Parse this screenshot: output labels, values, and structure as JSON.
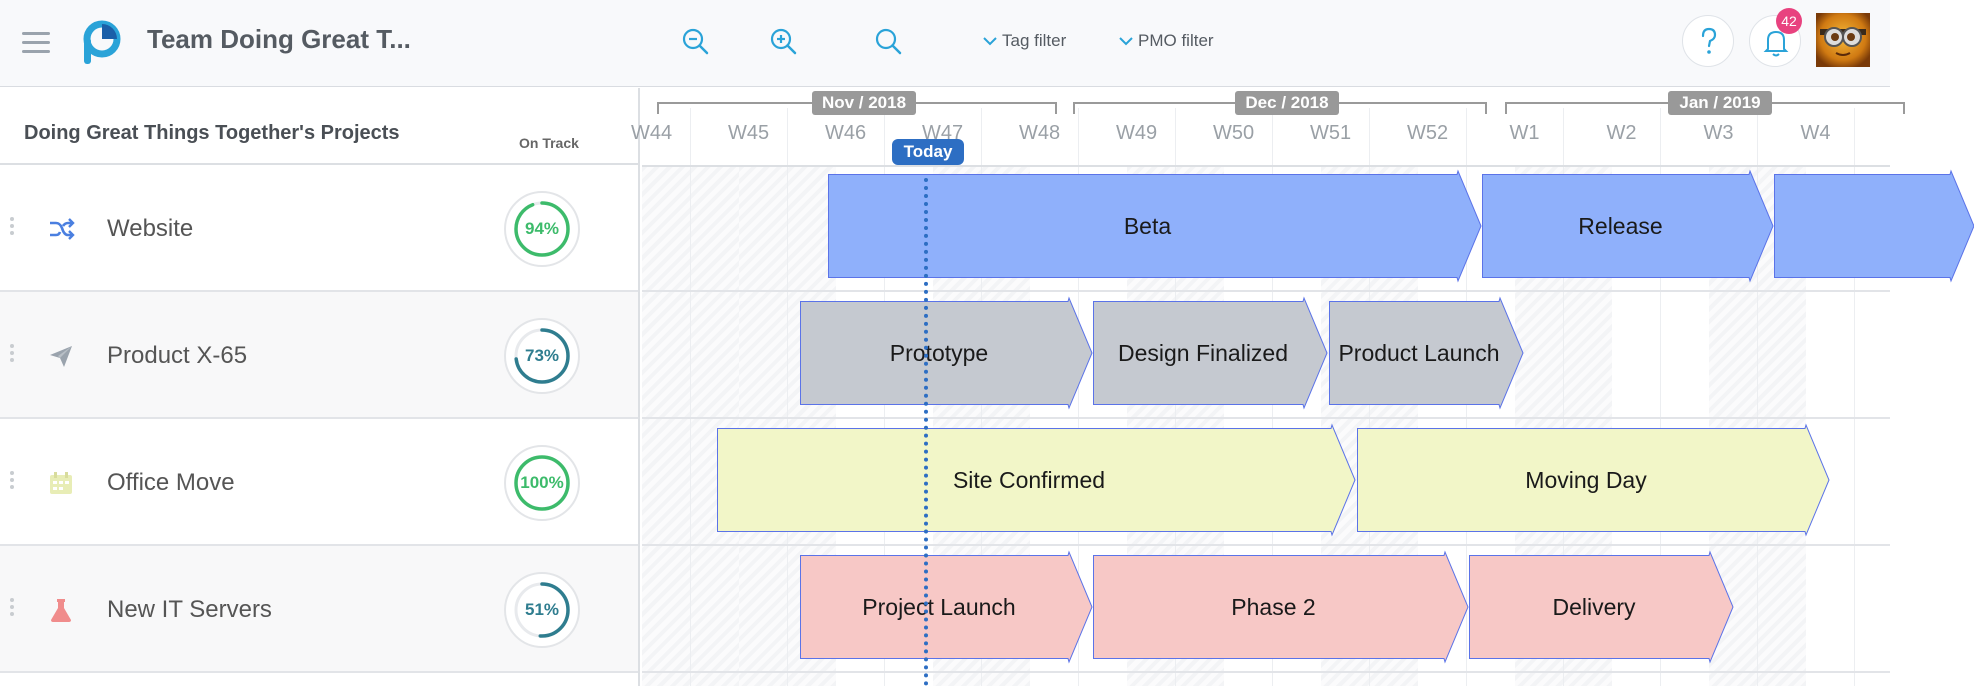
{
  "header": {
    "title": "Team Doing Great T...",
    "tag_filter": "Tag filter",
    "pmo_filter": "PMO filter",
    "notification_count": "42"
  },
  "left_panel": {
    "title": "Doing Great Things Together's Projects",
    "on_track_label": "On Track",
    "projects": [
      {
        "name": "Website",
        "progress": "94%",
        "progress_value": 0.94,
        "icon": "shuffle-icon",
        "color": "#4a7fe0"
      },
      {
        "name": "Product X-65",
        "progress": "73%",
        "progress_value": 0.73,
        "icon": "paper-plane-icon",
        "color": "#9aa3ad"
      },
      {
        "name": "Office Move",
        "progress": "100%",
        "progress_value": 1.0,
        "icon": "calendar-icon",
        "color": "#e5ebb0"
      },
      {
        "name": "New IT Servers",
        "progress": "51%",
        "progress_value": 0.51,
        "icon": "flask-icon",
        "color": "#f08c8c"
      }
    ]
  },
  "timeline": {
    "months": [
      "Nov / 2018",
      "Dec / 2018",
      "Jan / 2019"
    ],
    "weeks": [
      "W44",
      "W45",
      "W46",
      "W47",
      "W48",
      "W49",
      "W50",
      "W51",
      "W52",
      "W1",
      "W2",
      "W3",
      "W4"
    ],
    "today_label": "Today",
    "rows": [
      {
        "phases": [
          "Beta",
          "Release",
          ""
        ]
      },
      {
        "phases": [
          "Prototype",
          "Design Finalized",
          "Product Launch"
        ]
      },
      {
        "phases": [
          "Site Confirmed",
          "Moving Day"
        ]
      },
      {
        "phases": [
          "Project Launch",
          "Phase 2",
          "Delivery"
        ]
      }
    ]
  },
  "colors": {
    "on_track_green": "#3dbb6b",
    "on_track_teal": "#2f7d8f",
    "website_phase": "#8fb0fb",
    "product_phase": "#c5c9d0",
    "office_phase": "#f2f6c8",
    "servers_phase": "#f7c8c6",
    "today": "#2d6ec3"
  }
}
